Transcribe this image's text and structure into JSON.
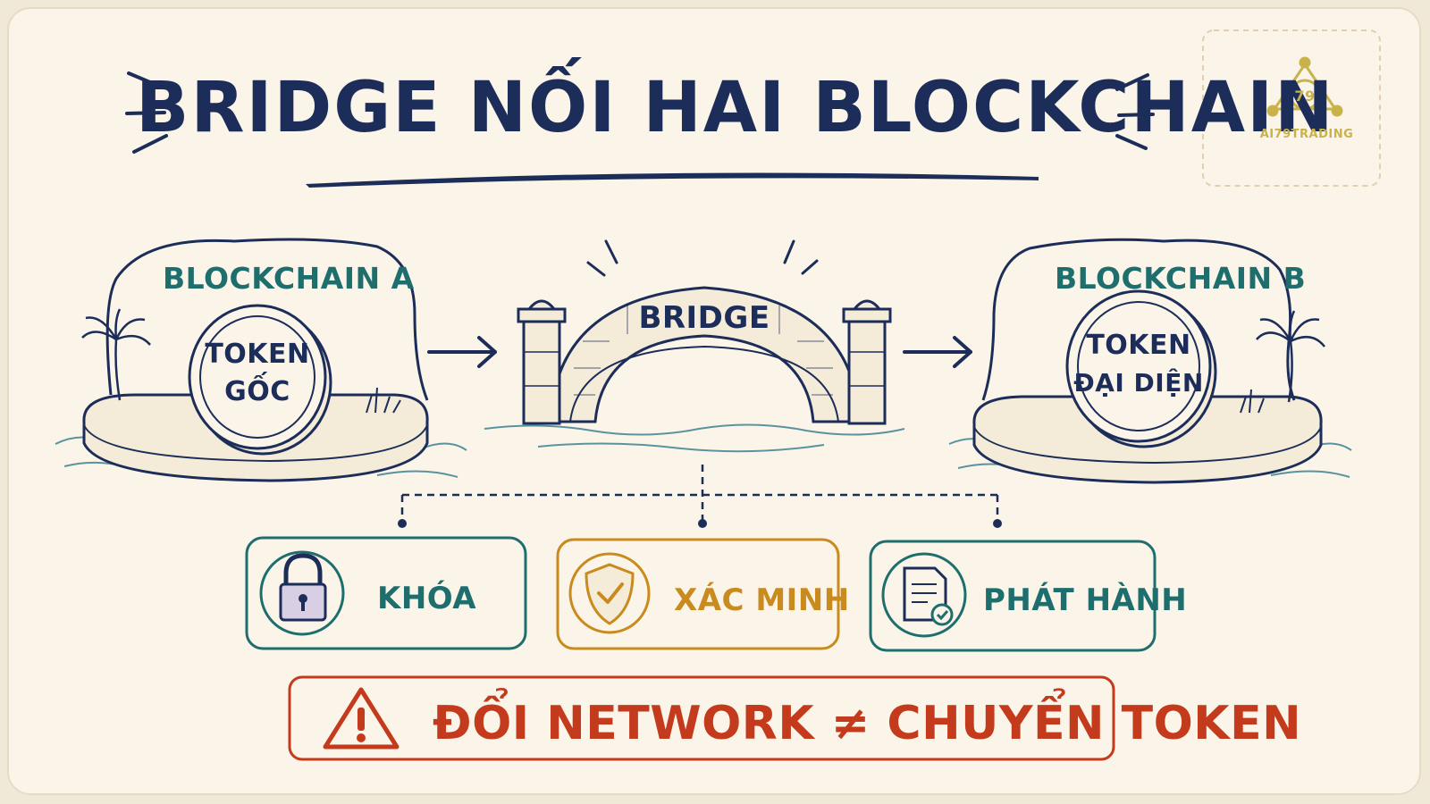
{
  "title": "BRIDGE NỐI HAI BLOCKCHAIN",
  "logo": {
    "text": "AI79TRADING",
    "number": "79"
  },
  "chain_a": {
    "label": "BLOCKCHAIN A",
    "coin_line1": "TOKEN",
    "coin_line2": "GỐC"
  },
  "bridge": {
    "label": "BRIDGE"
  },
  "chain_b": {
    "label": "BLOCKCHAIN B",
    "coin_line1": "TOKEN",
    "coin_line2": "ĐẠI DIỆN"
  },
  "steps": [
    {
      "label": "KHÓA",
      "icon": "lock-icon",
      "color": "#1f6e6e"
    },
    {
      "label": "XÁC MINH",
      "icon": "shield-check-icon",
      "color": "#c98a1e"
    },
    {
      "label": "PHÁT HÀNH",
      "icon": "document-check-icon",
      "color": "#1f6e6e"
    }
  ],
  "warning": {
    "text": "ĐỔI NETWORK ≠ CHUYỂN TOKEN",
    "icon": "warning-icon",
    "color": "#c43a1c"
  },
  "colors": {
    "navy": "#1d2d5a",
    "teal": "#1f6e6e",
    "gold": "#c98a1e",
    "red": "#c43a1c",
    "background": "#fbf5e9"
  }
}
